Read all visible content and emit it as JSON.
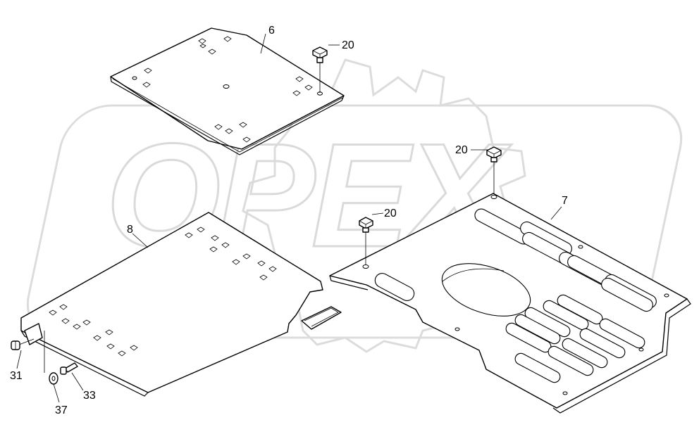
{
  "watermark": {
    "brand": "OPEX"
  },
  "corner_mark": "",
  "callouts": [
    {
      "id": "c6",
      "text": "6"
    },
    {
      "id": "c7",
      "text": "7"
    },
    {
      "id": "c8",
      "text": "8"
    },
    {
      "id": "c20a",
      "text": "20"
    },
    {
      "id": "c20b",
      "text": "20"
    },
    {
      "id": "c20c",
      "text": "20"
    },
    {
      "id": "c31",
      "text": "31"
    },
    {
      "id": "c33",
      "text": "33"
    },
    {
      "id": "c37",
      "text": "37"
    }
  ]
}
